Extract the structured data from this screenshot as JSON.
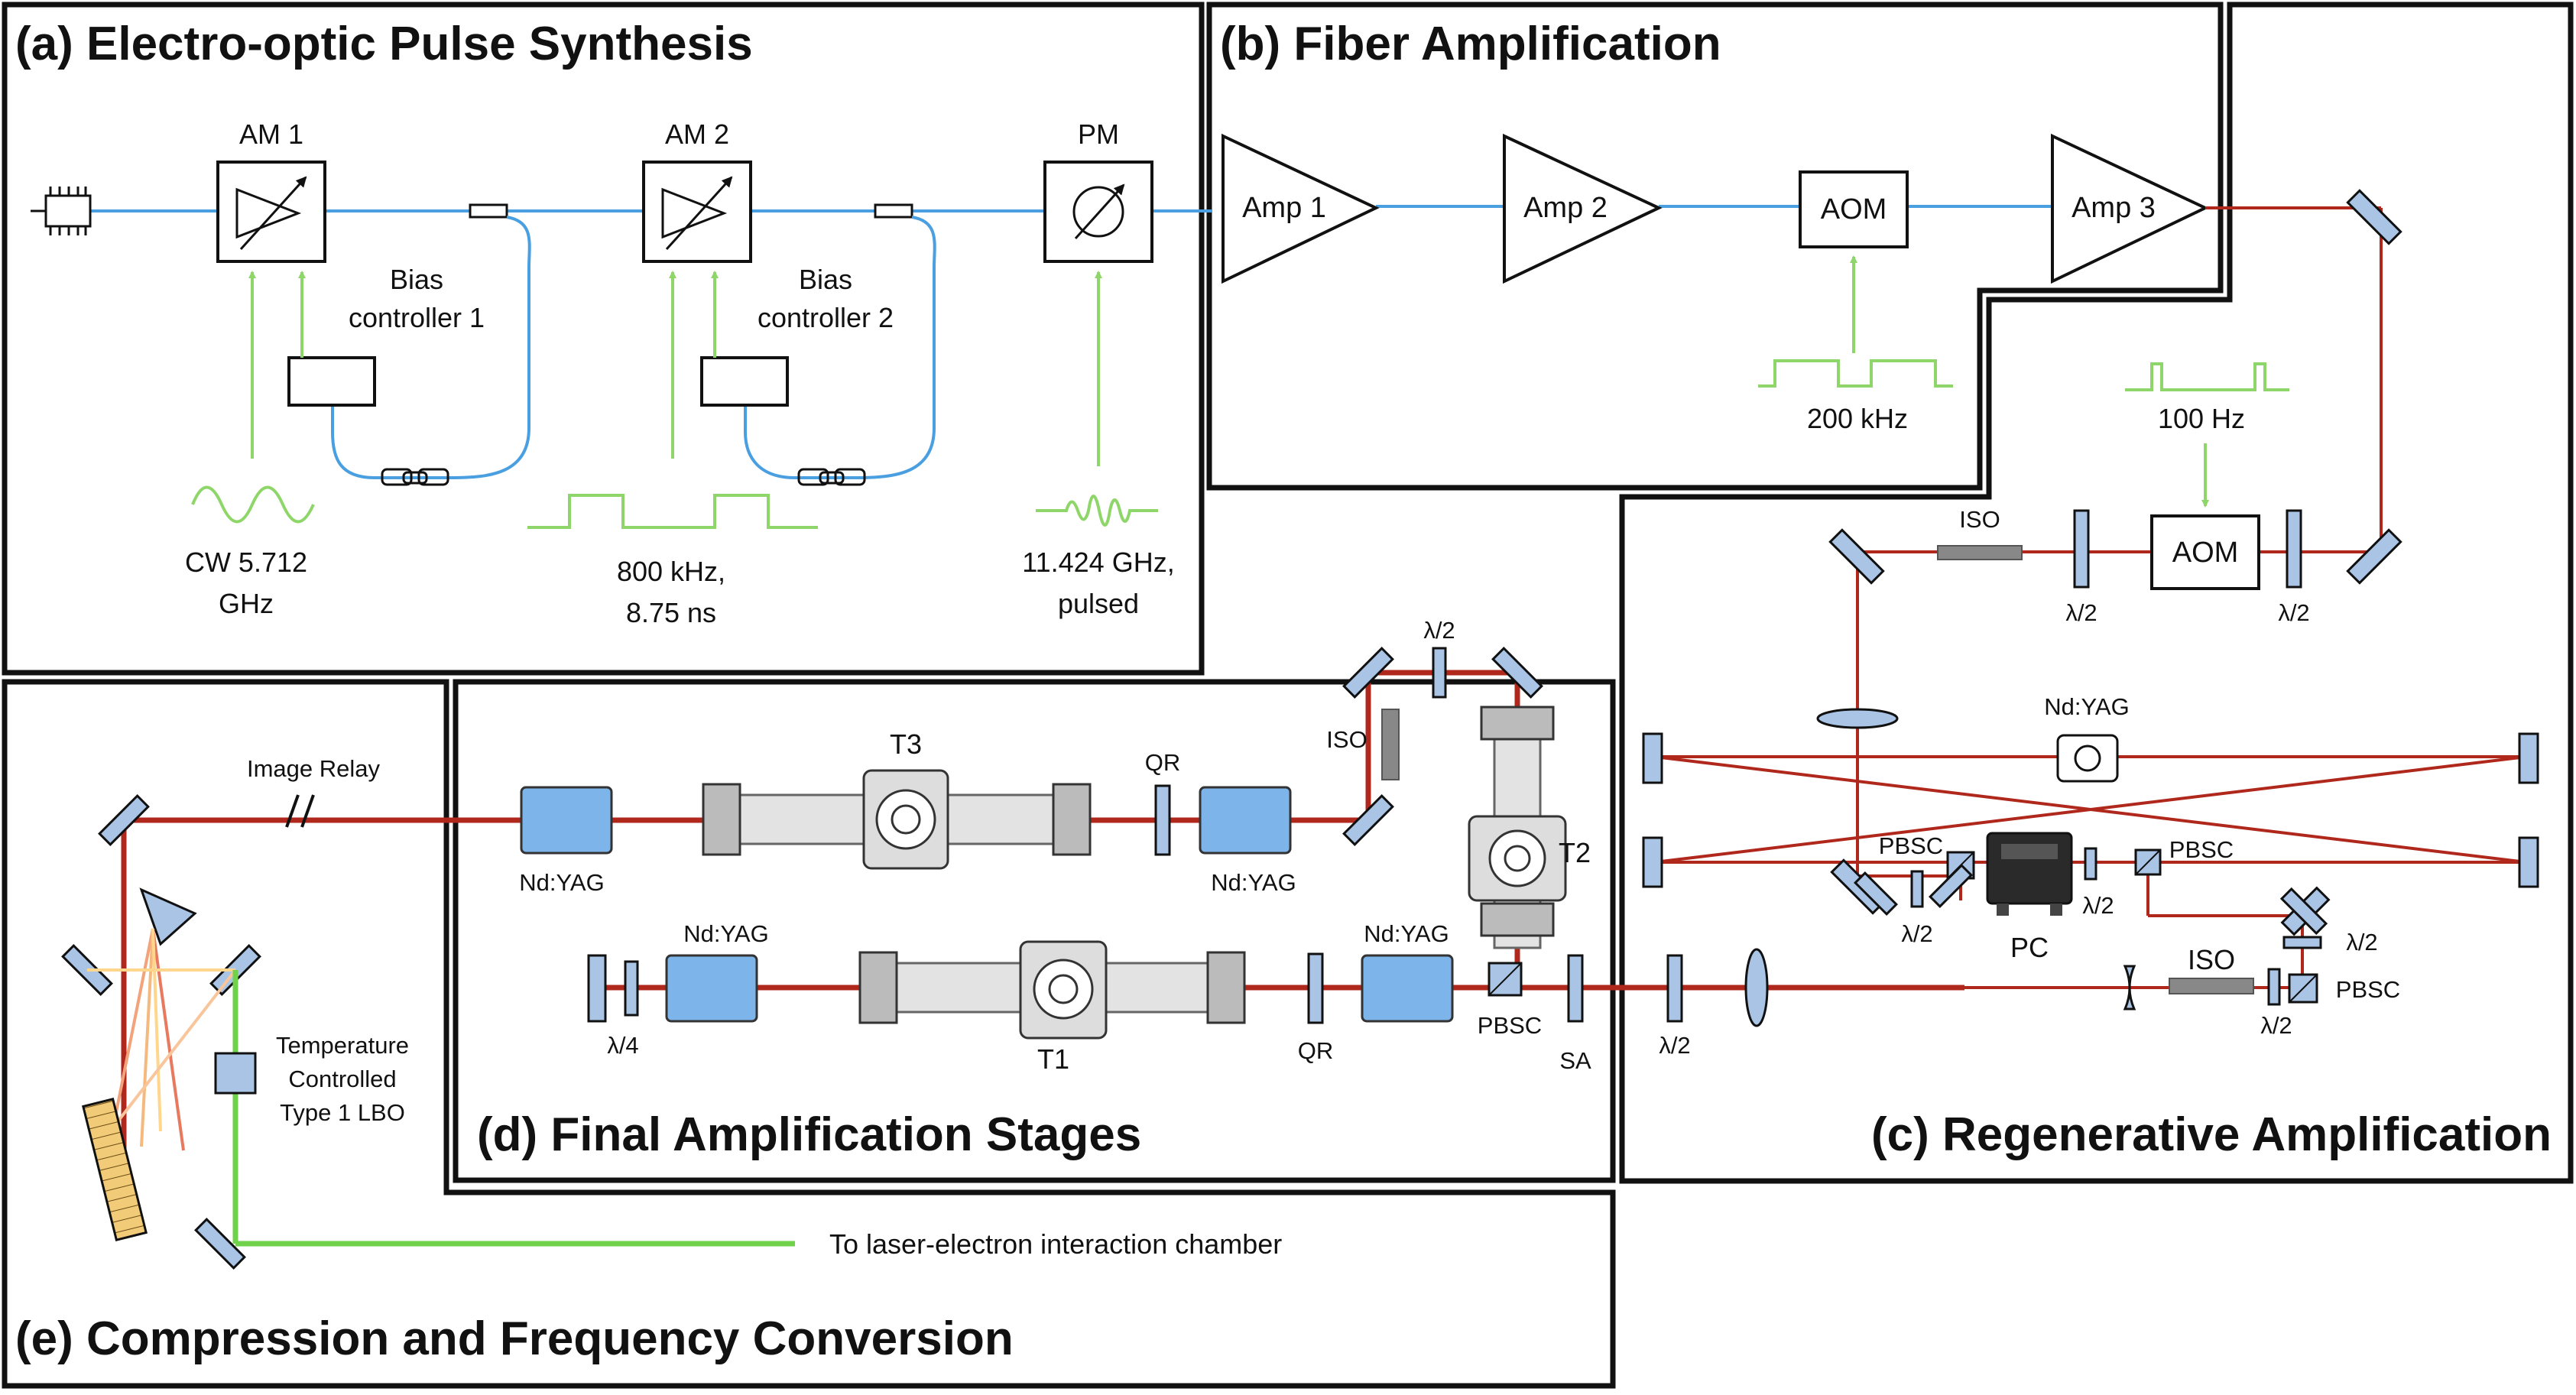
{
  "panels": {
    "a": "(a) Electro-optic Pulse Synthesis",
    "b": "(b) Fiber Amplification",
    "c": "(c) Regenerative Amplification",
    "d": "(d) Final Amplification Stages",
    "e": "(e) Compression and Frequency Conversion"
  },
  "panel_a": {
    "am1": "AM 1",
    "am2": "AM 2",
    "pm": "PM",
    "bias1": [
      "Bias",
      "controller 1"
    ],
    "bias2": [
      "Bias",
      "controller 2"
    ],
    "cw": [
      "CW 5.712",
      "GHz"
    ],
    "pulse1": [
      "800 kHz,",
      "8.75 ns"
    ],
    "pulse2": [
      "11.424 GHz,",
      "pulsed"
    ]
  },
  "panel_b": {
    "amp1": "Amp 1",
    "amp2": "Amp 2",
    "aom": "AOM",
    "amp3": "Amp 3",
    "rf": "200 kHz"
  },
  "panel_c": {
    "iso_top": "ISO",
    "aom": "AOM",
    "rf": "100 Hz",
    "hwp": "λ/2",
    "ndyag": "Nd:YAG",
    "pbsc": "PBSC",
    "pc": "PC",
    "iso_bottom": "ISO"
  },
  "panel_d": {
    "t1": "T1",
    "t2": "T2",
    "t3": "T3",
    "qr": "QR",
    "iso": "ISO",
    "ndyag": "Nd:YAG",
    "hwp": "λ/2",
    "qwp": "λ/4",
    "pbsc": "PBSC",
    "sa": "SA"
  },
  "panel_e": {
    "relay": "Image Relay",
    "lbo": [
      "Temperature",
      "Controlled",
      "Type 1 LBO"
    ],
    "output": "To laser-electron interaction chamber"
  },
  "colors": {
    "fiber": "#4a9fe0",
    "rf": "#8fd66a",
    "ir_beam": "#b0281c",
    "green_beam": "#6fd24a",
    "crystal": "#7db4ea",
    "optic": "#a9c4e4"
  }
}
